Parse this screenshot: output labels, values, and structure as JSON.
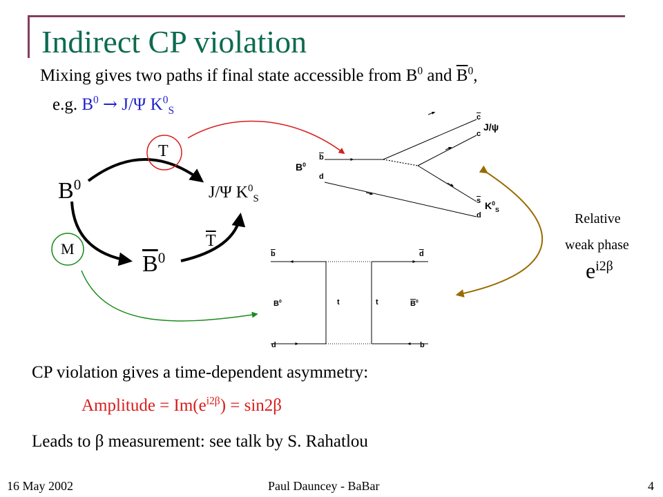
{
  "slide": {
    "title": "Indirect CP violation",
    "intro_line1_pre": "Mixing gives two paths if final state accessible from B",
    "intro_line1_sup1": "0",
    "intro_line1_mid": " and ",
    "intro_line1_bbar": "B",
    "intro_line1_sup2": "0",
    "intro_line1_end": ",",
    "intro_line2_pre": "e.g. ",
    "intro_line2_b": "B",
    "intro_line2_b_sup": "0",
    "intro_line2_arrow": "→",
    "intro_line2_jpsi": "J/Ψ K",
    "intro_line2_k_sup": "0",
    "intro_line2_k_sub": "S"
  },
  "path_diagram": {
    "b0_label": "B",
    "b0_sup": "0",
    "final_label": "J/Ψ K",
    "final_sup": "0",
    "final_sub": "S",
    "b0bar_label": "B",
    "b0bar_sup": "0",
    "t_label": "T",
    "tbar_label": "T",
    "m_label": "M"
  },
  "decay_diagram": {
    "b0": "B",
    "b0_sup": "0",
    "bbar": "b",
    "d": "d",
    "c": "c",
    "cbar": "c",
    "jpsi": "J/ψ",
    "s": "s",
    "sbar": "s",
    "d2": "d",
    "ks": "K",
    "ks_sup": "0",
    "ks_sub": "S"
  },
  "box_diagram": {
    "bbar": "b",
    "dbar": "d",
    "b0": "B",
    "b0_sup": "0",
    "t1": "t",
    "t2": "t",
    "b0bar": "B",
    "b0bar_sup": "0",
    "d": "d",
    "b": "b"
  },
  "phase": {
    "line1": "Relative",
    "line2": "weak phase",
    "e": "e",
    "exp": "i2β"
  },
  "bottom": {
    "line1": "CP violation gives a time-dependent asymmetry:",
    "amp_pre": "Amplitude = Im(e",
    "amp_exp": "i2β",
    "amp_post": ") = sin2β",
    "line3_pre": "Leads to ",
    "line3_beta": "β",
    "line3_post": " measurement: see talk by S. Rahatlou"
  },
  "footer": {
    "date": "16 May 2002",
    "author": "Paul Dauncey - BaBar",
    "page": "4"
  },
  "colors": {
    "title": "#0d6b50",
    "decor": "#7f3f5f",
    "blue": "#1f22cc",
    "red_accent": "#d81b1b",
    "green_accent": "#1a8a1a",
    "brown_accent": "#9a6a00"
  }
}
